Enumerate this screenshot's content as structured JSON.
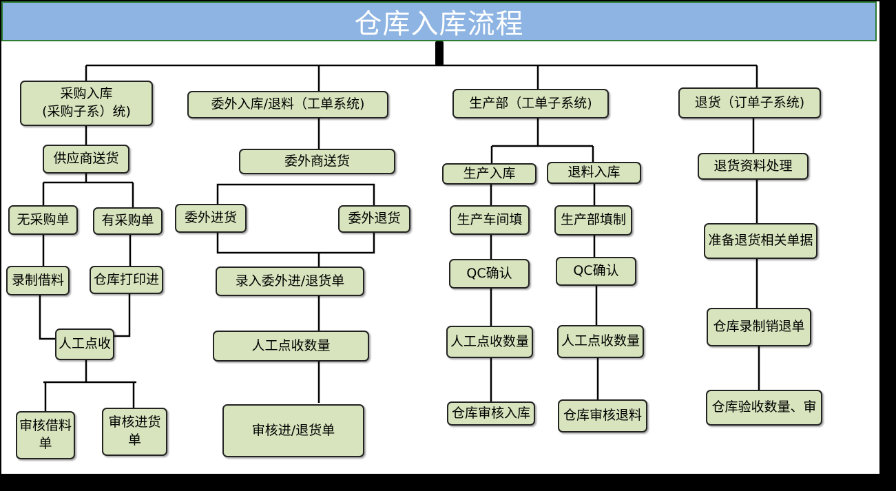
{
  "title": "仓库入库流程",
  "nodes": {
    "purchase_in": "采购入库\n(采购子系）统)",
    "supplier_delivery": "供应商送货",
    "no_po": "无采购单",
    "has_po": "有采购单",
    "record_borrow": "录制借料",
    "wh_print": "仓库打印进",
    "manual_count_1": "人工点收",
    "audit_borrow": "审核借料\n单",
    "audit_in": "审核进货\n单",
    "outsource_in": "委外入库/退料（工单系统)",
    "outsource_delivery": "委外商送货",
    "outsource_receipt": "委外进货",
    "outsource_return": "委外退货",
    "enter_outsource_doc": "录入委外进/退货单",
    "manual_count_qty": "人工点收数量",
    "audit_in_return": "审核进/退货单",
    "production_dept": "生产部（工单子系统)",
    "production_in": "生产入库",
    "return_material_in": "退料入库",
    "workshop_fill": "生产车间填",
    "dept_fill": "生产部填制",
    "qc_1": "QC确认",
    "qc_2": "QC确认",
    "manual_count_qty_2": "人工点收数量",
    "manual_count_qty_3": "人工点收数量",
    "wh_audit_in": "仓库审核入库",
    "wh_audit_return": "仓库审核退料",
    "sales_return": "退货（订单子系统)",
    "return_processing": "退货资料处理",
    "prepare_return_docs": "准备退货相关单据",
    "wh_record_return": "仓库录制销退单",
    "wh_inspect": "仓库验收数量、审"
  }
}
